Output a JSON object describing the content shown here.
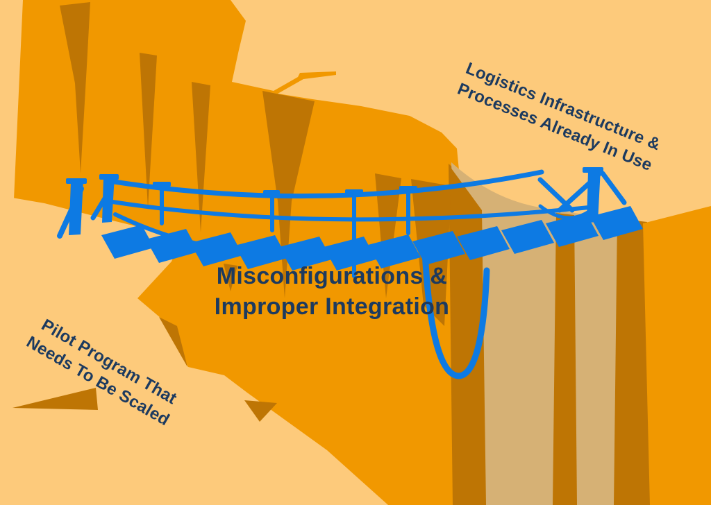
{
  "scene": {
    "description": "Flat illustration of a sagging blue rope bridge with a broken hanging rope spanning an orange canyon",
    "labels": {
      "right_cliff": {
        "line1": "Logistics Infrastructure &",
        "line2": "Processes Already In Use"
      },
      "gap": {
        "line1": "Misconfigurations &",
        "line2": "Improper Integration"
      },
      "left_cliff": {
        "line1": "Pilot Program That",
        "line2": "Needs To Be Scaled"
      }
    }
  },
  "colors": {
    "peach": "#FDCA7B",
    "orange": "#F19800",
    "orange-dark": "#BE7504",
    "tan": "#D6B175",
    "blue": "#0D7AE3",
    "navy": "#1C3A5F"
  }
}
